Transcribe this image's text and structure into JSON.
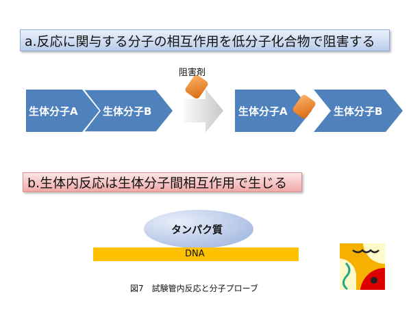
{
  "panel_a": {
    "title": "a.反応に関与する分子の相互作用を低分子化合物で阻害する",
    "inhibitor_label": "阻害剤",
    "left": {
      "a": "生体分子A",
      "b": "生体分子B"
    },
    "right": {
      "a": "生体分子A",
      "b": "生体分子B"
    }
  },
  "panel_b": {
    "title": "b.生体内反応は生体分子間相互作用で生じる",
    "protein": "タンパク質",
    "dna": "DNA"
  },
  "caption": "図7　試験管内反応と分子プローブ",
  "colors": {
    "chevron": "#4f81bd",
    "inhibitor": "#f79646",
    "dna": "#ffc000"
  }
}
